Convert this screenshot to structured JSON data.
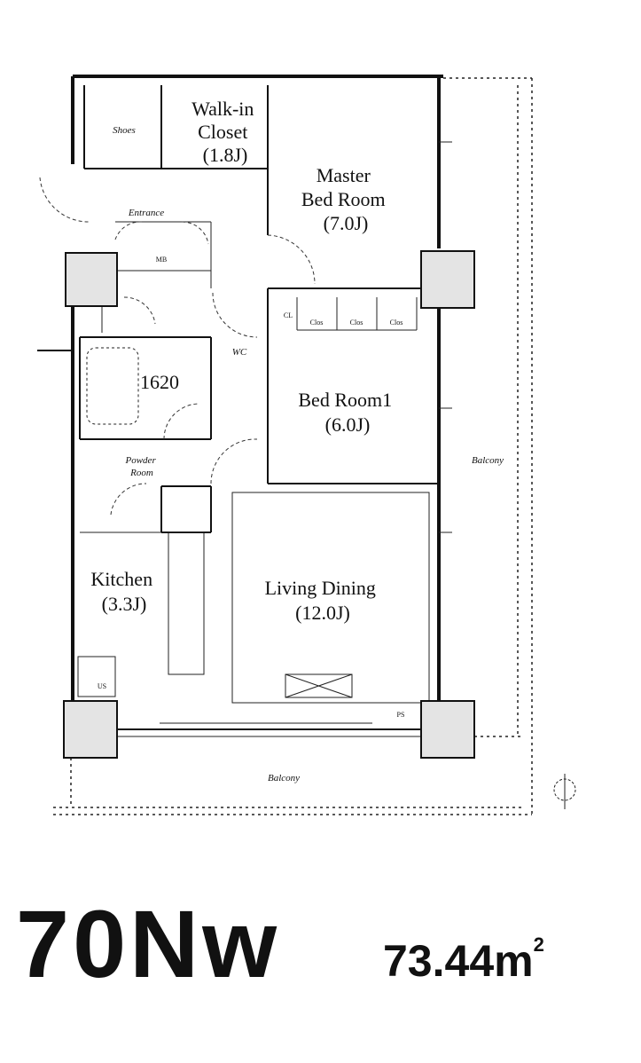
{
  "rooms": {
    "walk_in_closet": {
      "name": "Walk-in\nCloset",
      "size": "(1.8J)"
    },
    "master_bed_room": {
      "name": "Master\nBed Room",
      "size": "(7.0J)"
    },
    "bed_room_1": {
      "name": "Bed Room1",
      "size": "(6.0J)"
    },
    "bath": {
      "name": "1620"
    },
    "kitchen": {
      "name": "Kitchen",
      "size": "(3.3J)"
    },
    "living_dining": {
      "name": "Living Dining",
      "size": "(12.0J)"
    }
  },
  "labels": {
    "entrance": "Entrance",
    "shoes": "Shoes",
    "wc": "WC",
    "powder_room": "Powder\nRoom",
    "balcony_side": "Balcony",
    "balcony_bottom": "Balcony",
    "us": "US",
    "cl": "CL",
    "mb": "MB",
    "ps": "PS",
    "cl1": "Clos",
    "cl2": "Clos",
    "cl3": "Clos"
  },
  "unit": {
    "type_code": "70Nw",
    "area_value": "73.44m",
    "area_unit_superscript": "2"
  }
}
